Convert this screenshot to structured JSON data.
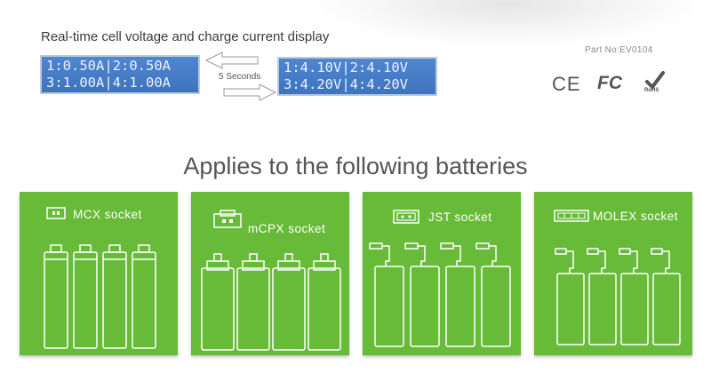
{
  "header": {
    "title": "Real-time cell voltage and charge current display",
    "part_number": "Part No:EV0104"
  },
  "display": {
    "current_screen": {
      "line1": "1:0.50A|2:0.50A",
      "line2": "3:1.00A|4:1.00A"
    },
    "voltage_screen": {
      "line1": "1:4.10V|2:4.10V",
      "line2": "3:4.20V|4:4.20V"
    },
    "switch_interval_label": "5 Seconds"
  },
  "certifications": {
    "ce": "CE",
    "fcc": "FC",
    "rohs": "RoHS"
  },
  "batteries_section": {
    "title": "Applies to the following batteries",
    "panels": [
      {
        "label": "MCX socket",
        "icon": "mcx-socket-icon"
      },
      {
        "label": "mCPX socket",
        "icon": "mcpx-socket-icon"
      },
      {
        "label": "JST socket",
        "icon": "jst-socket-icon"
      },
      {
        "label": "MOLEX socket",
        "icon": "molex-socket-icon"
      }
    ],
    "colors": {
      "panel_green": "#67bb39",
      "line_white": "#ffffff"
    }
  }
}
